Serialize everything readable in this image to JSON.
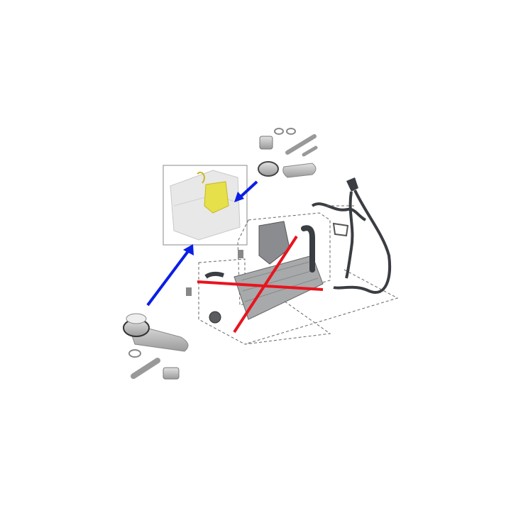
{
  "diagram": {
    "background_color": "#ffffff",
    "arrow_color": "#0a1ee6",
    "cross_color": "#e8141e",
    "highlight_color": "#e6e04a",
    "part_color": "#b9b9b9",
    "hose_color": "#3a3d42",
    "leader_line_color": "#555555",
    "icons": [
      "engine-thumbnail",
      "blanking-plate-kit",
      "egr-cooler-assembly",
      "egr-valve",
      "vacuum-hose",
      "arrow",
      "cross-out"
    ]
  }
}
